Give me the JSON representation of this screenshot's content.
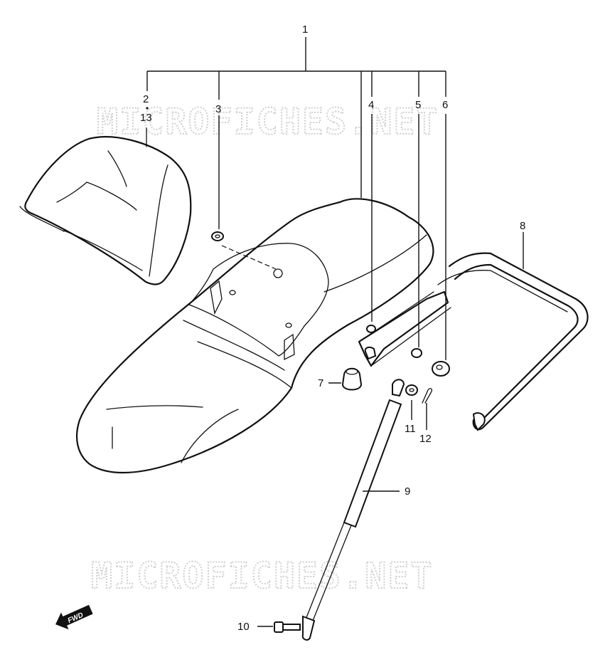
{
  "watermark": "MICROFICHES.NET",
  "callouts": {
    "c1": "1",
    "c2": "2",
    "c13": "13",
    "c3": "3",
    "c4": "4",
    "c5": "5",
    "c6": "6",
    "c7": "7",
    "c8": "8",
    "c9": "9",
    "c10": "10",
    "c11": "11",
    "c12": "12"
  },
  "fwd_badge": "FWD",
  "icons": {
    "fwd": "arrow-left-down-icon"
  }
}
